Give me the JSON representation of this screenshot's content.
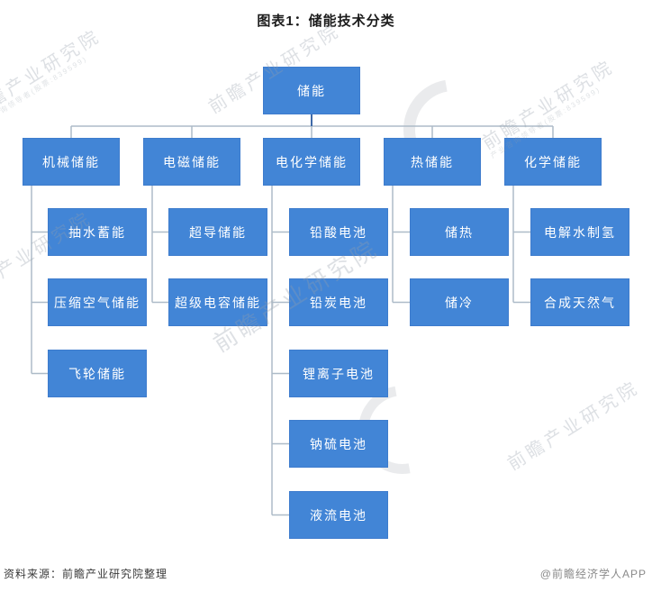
{
  "title": "图表1：储能技术分类",
  "footer": {
    "source": "资料来源：前瞻产业研究院整理",
    "brand": "@前瞻经济学人APP"
  },
  "watermark": {
    "text": "前瞻产业研究院",
    "sub": "产业咨询领导者(股票:839599)"
  },
  "colors": {
    "box_fill": "#4285d6",
    "box_border": "#3e7ccd",
    "box_text": "#ffffff",
    "line": "#adbbc8",
    "root_line": "#3f6aa8"
  },
  "tree": {
    "label": "储能",
    "children": [
      {
        "label": "机械储能",
        "children": [
          {
            "label": "抽水蓄能"
          },
          {
            "label": "压缩空气储能"
          },
          {
            "label": "飞轮储能"
          }
        ]
      },
      {
        "label": "电磁储能",
        "children": [
          {
            "label": "超导储能"
          },
          {
            "label": "超级电容储能"
          }
        ]
      },
      {
        "label": "电化学储能",
        "children": [
          {
            "label": "铅酸电池"
          },
          {
            "label": "铅炭电池"
          },
          {
            "label": "锂离子电池"
          },
          {
            "label": "钠硫电池"
          },
          {
            "label": "液流电池"
          }
        ]
      },
      {
        "label": "热储能",
        "children": [
          {
            "label": "储热"
          },
          {
            "label": "储冷"
          }
        ]
      },
      {
        "label": "化学储能",
        "children": [
          {
            "label": "电解水制氢"
          },
          {
            "label": "合成天然气"
          }
        ]
      }
    ]
  }
}
